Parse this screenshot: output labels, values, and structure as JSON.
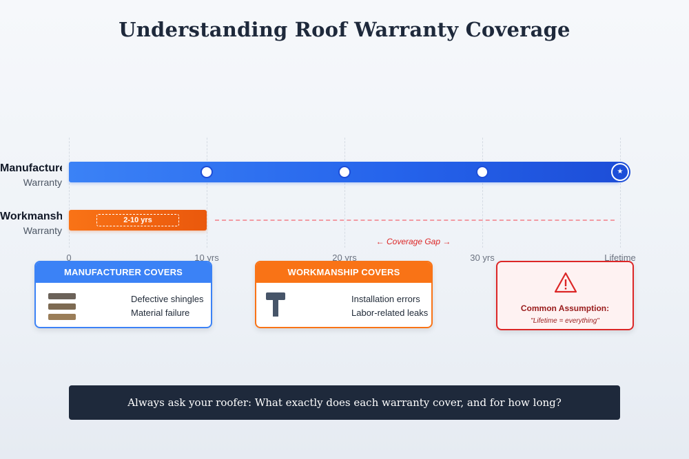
{
  "title": "Understanding Roof Warranty Coverage",
  "rows": {
    "manufacturer": {
      "label": "Manufacturer",
      "sublabel": "Warranty",
      "coverage_years": "lifetime"
    },
    "workmanship": {
      "label": "Workmanship",
      "sublabel": "Warranty",
      "range_label": "2-10 yrs"
    }
  },
  "axis_ticks": [
    "0",
    "10 yrs",
    "20 yrs",
    "30 yrs",
    "Lifetime"
  ],
  "coverage_gap_label": "← Coverage Gap →",
  "cards": {
    "manufacturer": {
      "header": "MANUFACTURER COVERS",
      "items": [
        "Defective shingles",
        "Material failure"
      ],
      "icon": "shingles-icon"
    },
    "workmanship": {
      "header": "WORKMANSHIP COVERS",
      "items": [
        "Installation errors",
        "Labor-related leaks"
      ],
      "icon": "hammer-icon"
    },
    "assumption": {
      "title": "Common Assumption:",
      "quote": "\"Lifetime = everything\"",
      "icon": "warning-icon"
    }
  },
  "banner": "Always ask your roofer: What exactly does each warranty cover, and for how long?",
  "colors": {
    "manufacturer": "#2563eb",
    "workmanship": "#f97316",
    "gap": "#dc2626",
    "banner_bg": "#1e293b"
  }
}
